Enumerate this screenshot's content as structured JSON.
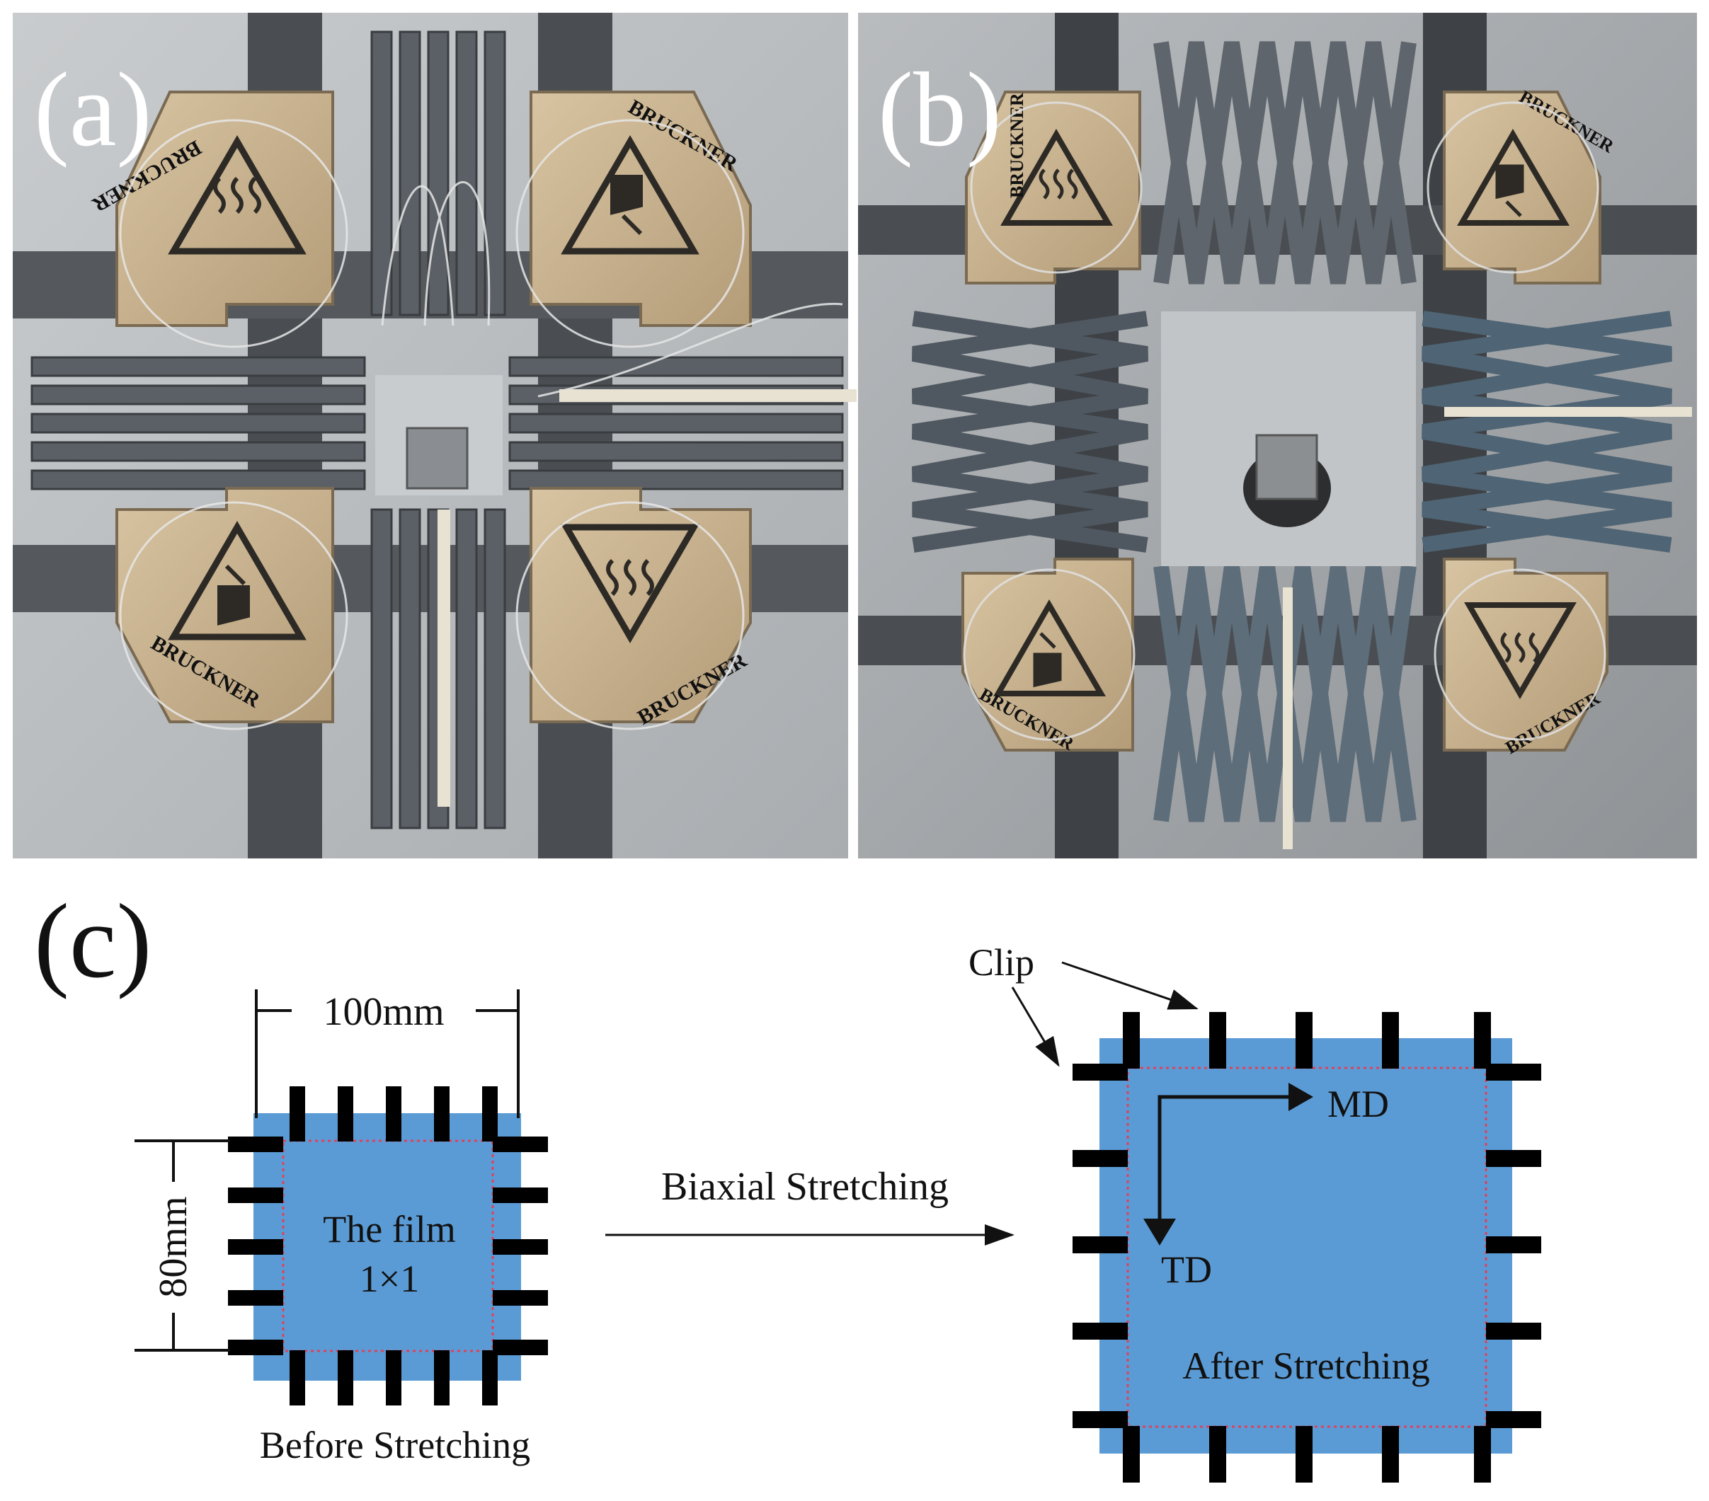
{
  "panels": {
    "a": {
      "label": "(a)"
    },
    "b": {
      "label": "(b)"
    },
    "c": {
      "label": "(c)"
    }
  },
  "photos": {
    "a": {
      "brand_text": "BRUCKNER",
      "icons": [
        "heat-warning-icon",
        "hand-crush-warning-icon",
        "hand-crush-warning-icon",
        "heat-warning-icon"
      ]
    },
    "b": {
      "brand_text": "BRUCKNER",
      "icons": [
        "heat-warning-icon",
        "hand-crush-warning-icon",
        "hand-crush-warning-icon",
        "heat-warning-icon"
      ]
    }
  },
  "diagram": {
    "before": {
      "width_label": "100mm",
      "height_label": "80mm",
      "film_line1": "The film",
      "film_line2": "1×1",
      "caption": "Before Stretching",
      "clips_per_side": 5
    },
    "process_label": "Biaxial Stretching",
    "after": {
      "clip_label": "Clip",
      "md_label": "MD",
      "td_label": "TD",
      "caption": "After Stretching",
      "clips_per_side": 5
    },
    "colors": {
      "film": "#5b9bd5",
      "clip": "#000000",
      "dotted_border": "#e0405a"
    }
  }
}
